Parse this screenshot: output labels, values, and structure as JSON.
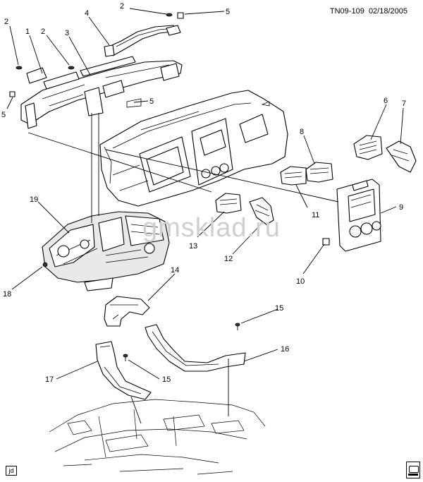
{
  "header": {
    "drawing_id": "TN09-109",
    "date": "02/18/2005"
  },
  "watermark": {
    "text": "gmsklad.ru"
  },
  "footer": {
    "corner_tag": "jd"
  },
  "callouts": [
    "2",
    "1",
    "2",
    "3",
    "4",
    "2",
    "5",
    "5",
    "5",
    "6",
    "7",
    "8",
    "9",
    "10",
    "11",
    "12",
    "13",
    "19",
    "18",
    "14",
    "15",
    "16",
    "15",
    "17"
  ]
}
